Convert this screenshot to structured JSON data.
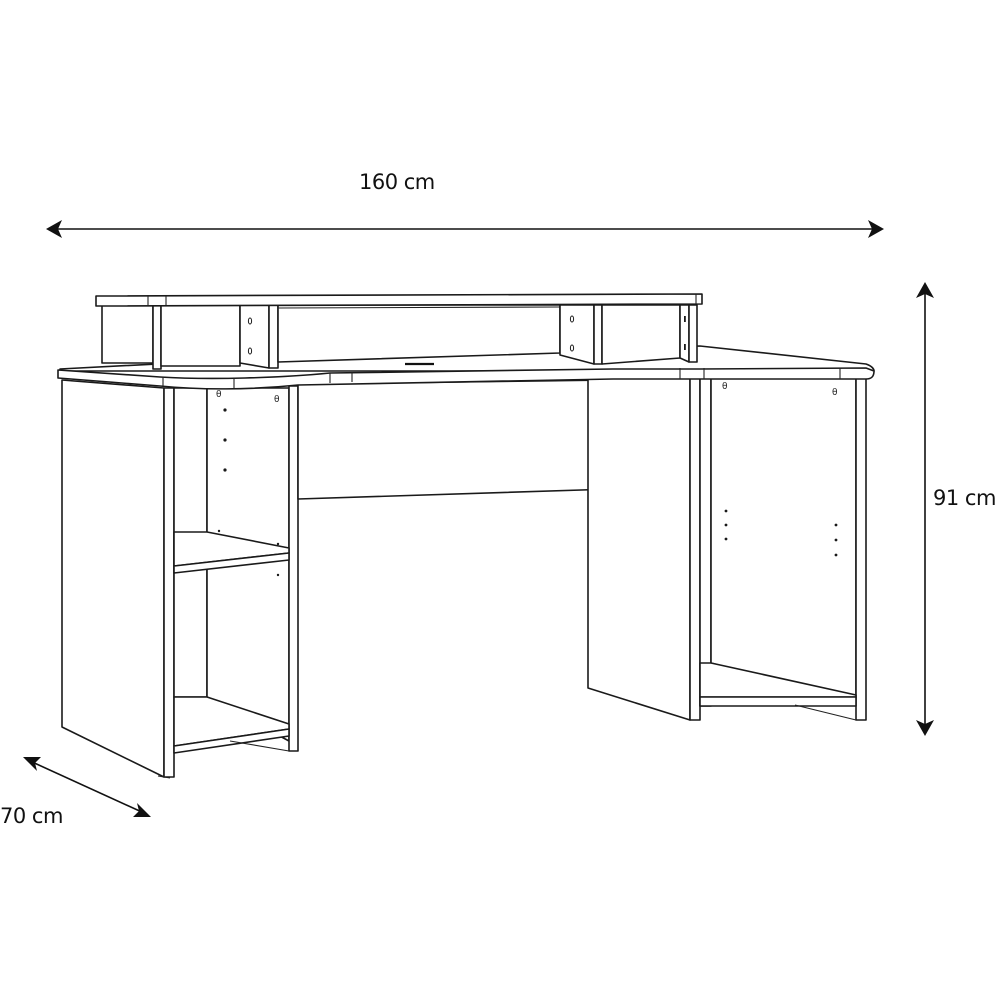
{
  "diagram": {
    "subject": "Gaming desk with raised monitor shelf and two side shelving units",
    "line_color": "#1a1a1a",
    "background": "#ffffff"
  },
  "dimensions": {
    "width": {
      "value": 160,
      "unit": "cm",
      "label": "160 cm"
    },
    "height": {
      "value": 91,
      "unit": "cm",
      "label": "91 cm"
    },
    "depth": {
      "value": 70,
      "unit": "cm",
      "label": "70 cm"
    }
  },
  "parts": {
    "hutch": "Raised monitor shelf with four uprights",
    "desktop": "Curved-front desktop with cable grommet",
    "modesty_panel": "Front modesty panel between legs",
    "left_unit": "Left side shelving unit with adjustable shelf and bottom shelf",
    "right_unit": "Right side open compartment with bottom shelf",
    "center_leg": "Right-of-center support panel"
  }
}
